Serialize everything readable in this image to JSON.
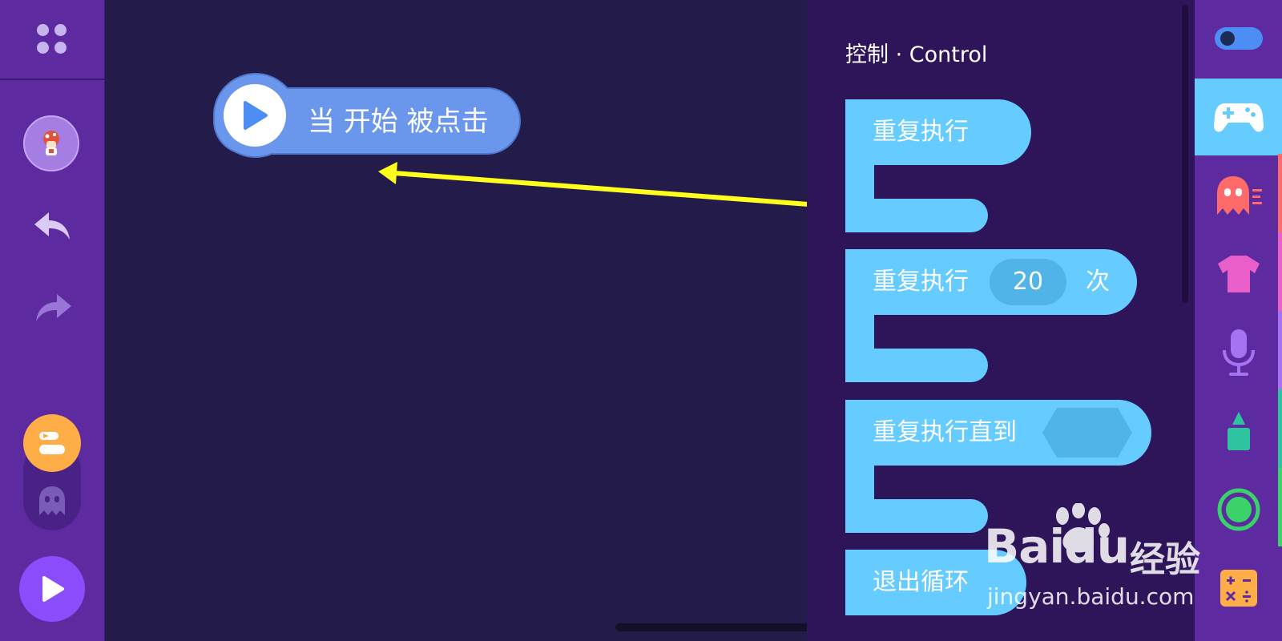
{
  "workspace": {
    "hat_block_label": "当 开始 被点击"
  },
  "palette": {
    "title": "控制 · Control",
    "blocks": [
      {
        "label": "重复执行"
      },
      {
        "label": "重复执行",
        "value": "20",
        "suffix": "次"
      },
      {
        "label": "重复执行直到"
      },
      {
        "label": "退出循环"
      }
    ]
  },
  "categories": [
    "toggle-icon",
    "gamepad-icon",
    "ghost-icon",
    "tshirt-icon",
    "microphone-icon",
    "pen-icon",
    "circle-icon",
    "calculator-icon"
  ],
  "watermark": {
    "brand_text": "Baidu",
    "brand_cn": "经验",
    "url": "jingyan.baidu.com"
  },
  "colors": {
    "sidebar": "#5e2aa0",
    "canvas": "#231c4b",
    "palette": "#2e1559",
    "control_block": "#66ccff",
    "event_block": "#6a97ec",
    "run_button": "#8a4dfc",
    "code_button": "#ffad47",
    "arrow": "#ffff1e"
  }
}
